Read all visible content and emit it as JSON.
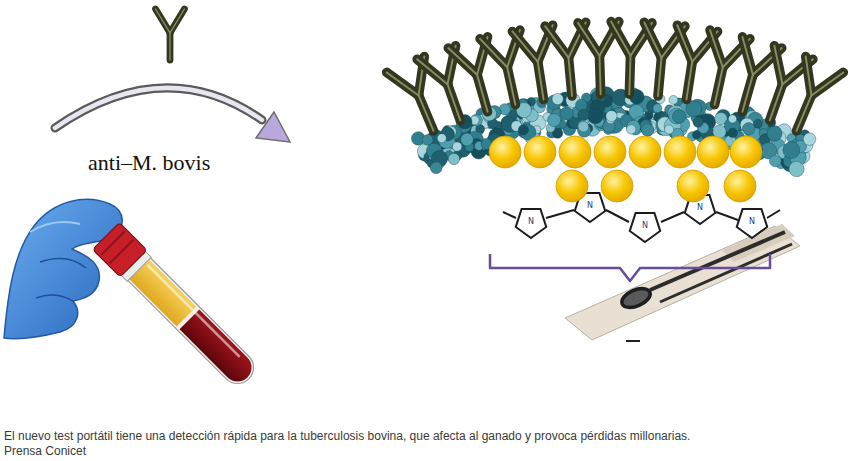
{
  "diagram": {
    "caption": "El nuevo test portátil tiene una detección rápida para la tuberculosis bovina, que afecta al ganado y provoca pérdidas millonarias.",
    "labels": [
      "anti–M. bovis",
      "N",
      "N",
      "N",
      "N",
      "N",
      "Prensa Conicet"
    ]
  }
}
